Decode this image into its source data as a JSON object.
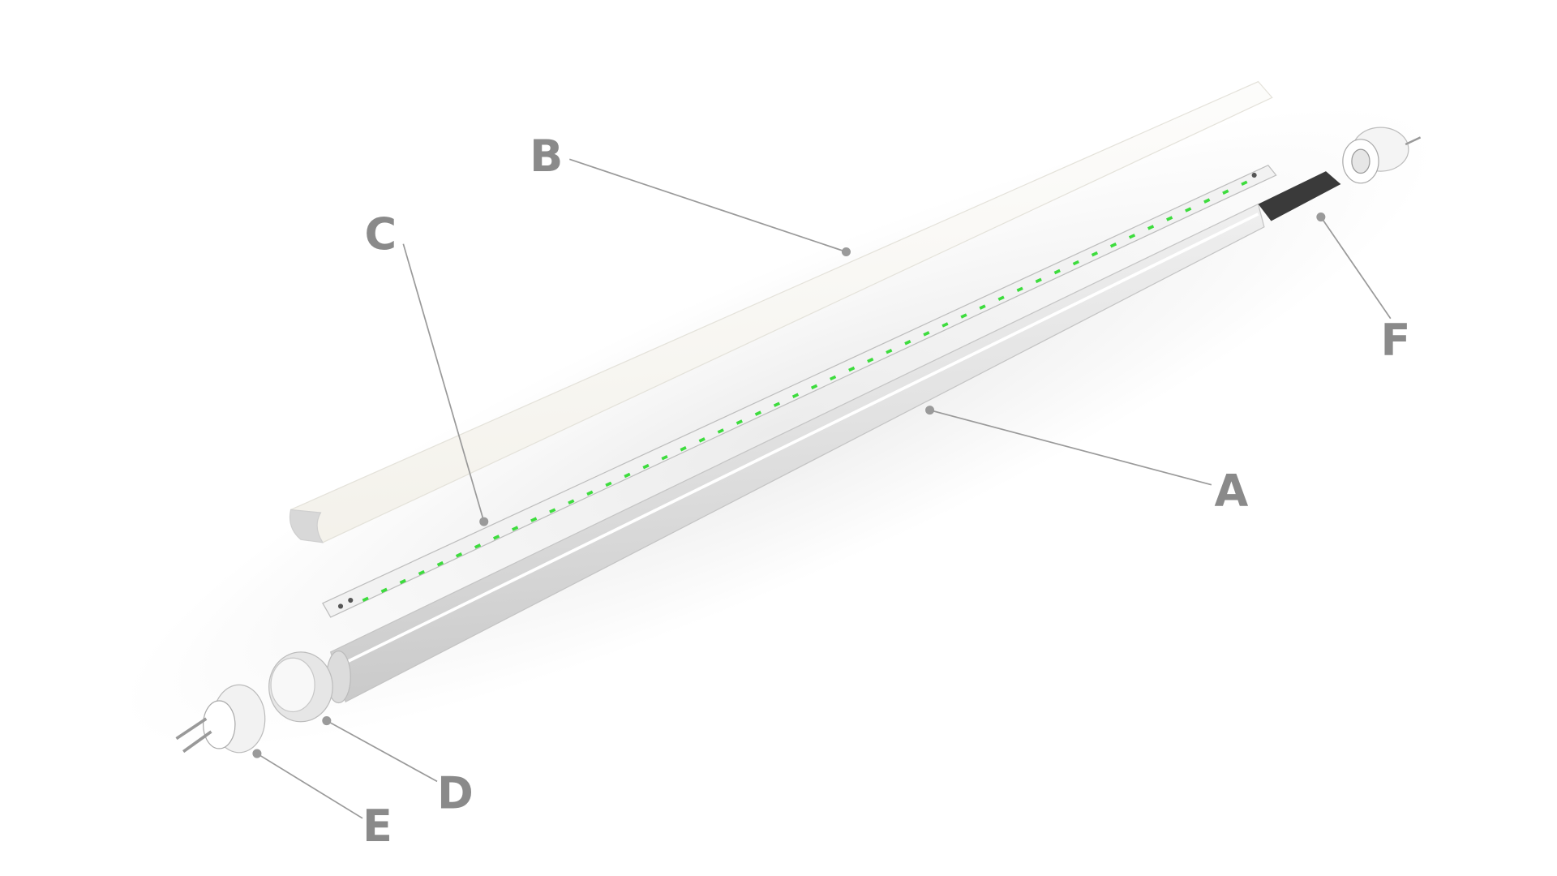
{
  "diagram": {
    "labels": {
      "A": "A",
      "B": "B",
      "C": "C",
      "D": "D",
      "E": "E",
      "F": "F"
    },
    "colors": {
      "label": "#8a8a8a",
      "leader": "#9a9a9a",
      "led": "#3ddc3d",
      "driver": "#3a3a3a"
    }
  }
}
